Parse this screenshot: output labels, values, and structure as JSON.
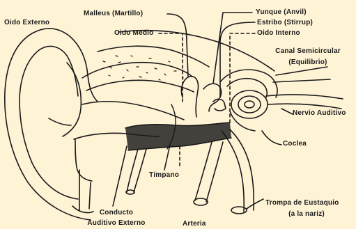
{
  "labels": {
    "oido_externo": "Oido Externo",
    "malleus": "Malleus (Martillo)",
    "oido_medio": "Oido Medio",
    "yunque": "Yunque (Anvil)",
    "estribo": "Estribo (Stirrup)",
    "oido_interno": "Oido Interno",
    "canal_1": "Canal Semicircular",
    "canal_2": "(Equilibrio)",
    "nervio": "Nervio Auditivo",
    "coclea": "Coclea",
    "timpano": "Tímpano",
    "trompa_1": "Trompa de Eustaquio",
    "trompa_2": "(a la nariz)",
    "conducto_1": "Conducto",
    "conducto_2": "Auditivo Externo",
    "arteria": "Arteria"
  },
  "colors": {
    "background": "#fff3d6",
    "ink": "#1a1a1a"
  }
}
